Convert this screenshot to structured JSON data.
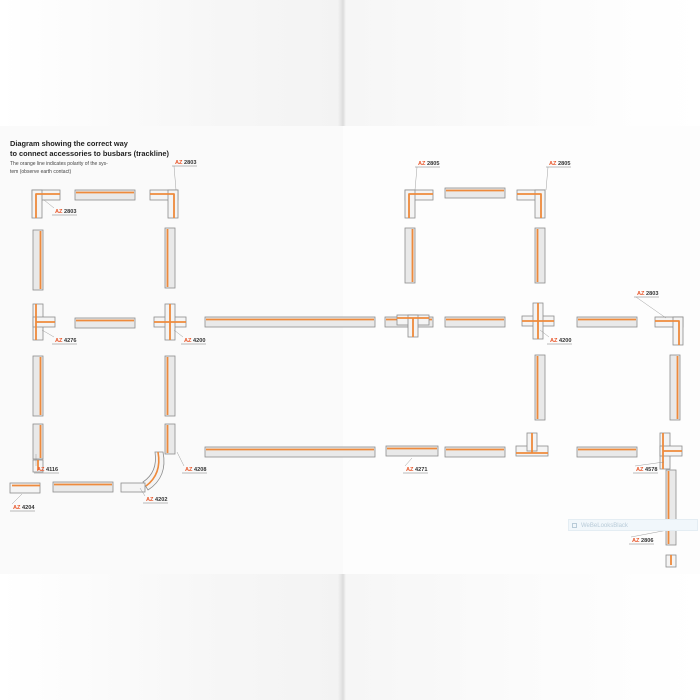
{
  "heading": {
    "line1": "Diagram showing the correct way",
    "line2": "to connect accessories to busbars (trackline)"
  },
  "note": {
    "line1": "The orange line indicates polarity of the sys-",
    "line2": "tem (observe earth contact)"
  },
  "connectors": [
    {
      "prefix": "AZ",
      "code": "2803"
    },
    {
      "prefix": "AZ",
      "code": "2803"
    },
    {
      "prefix": "AZ",
      "code": "4276"
    },
    {
      "prefix": "AZ",
      "code": "4200"
    },
    {
      "prefix": "AZ",
      "code": "4116"
    },
    {
      "prefix": "AZ",
      "code": "4204"
    },
    {
      "prefix": "AZ",
      "code": "4202"
    },
    {
      "prefix": "AZ",
      "code": "4208"
    },
    {
      "prefix": "AZ",
      "code": "2805"
    },
    {
      "prefix": "AZ",
      "code": "2805"
    },
    {
      "prefix": "AZ",
      "code": "4200"
    },
    {
      "prefix": "AZ",
      "code": "2803"
    },
    {
      "prefix": "AZ",
      "code": "4271"
    },
    {
      "prefix": "AZ",
      "code": "4578"
    },
    {
      "prefix": "AZ",
      "code": "2806"
    }
  ],
  "watermark": "WeBeLooksBlack",
  "colors": {
    "polarity_line": "#ee8a3c",
    "busbar_fill": "#e9e9e9",
    "busbar_stroke": "#8c8c8c",
    "label_accent": "#e8562a",
    "label_text": "#333333"
  }
}
